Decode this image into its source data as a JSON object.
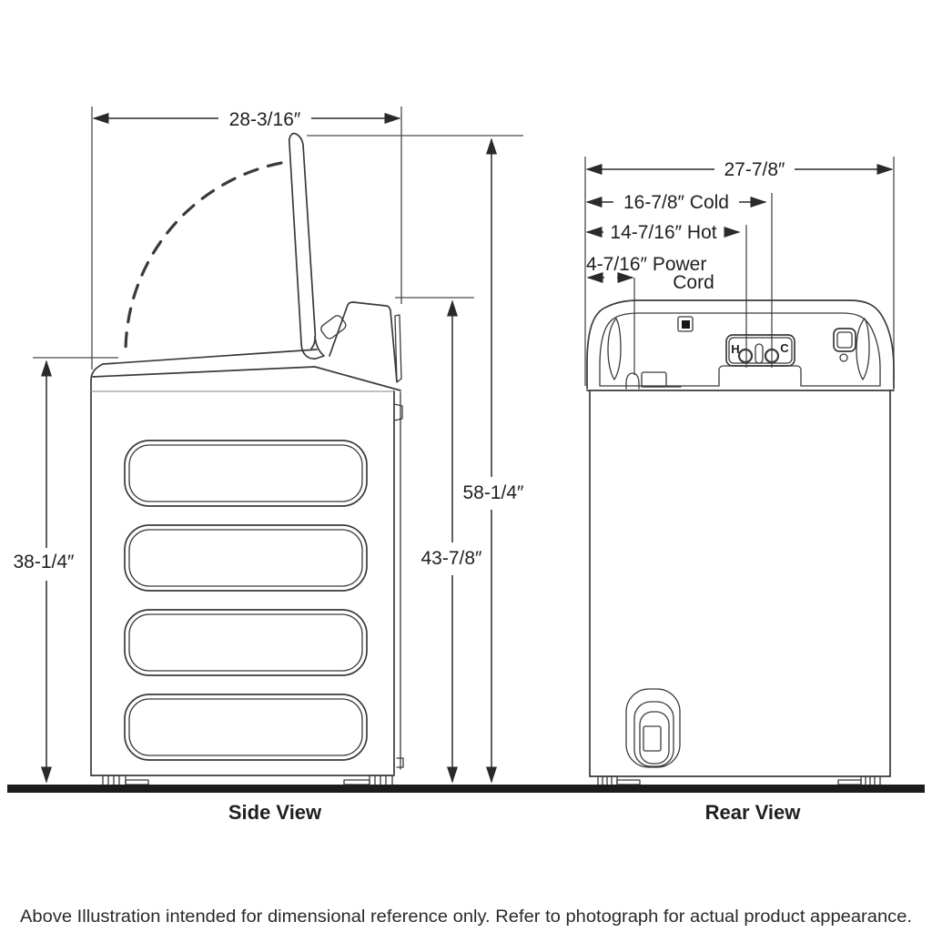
{
  "figure": {
    "side_view": {
      "label": "Side View",
      "dim_width": "28-3/16″",
      "dim_height_lid_open": "58-1/4″",
      "dim_height_control_panel": "43-7/8″",
      "dim_height_top": "38-1/4″"
    },
    "rear_view": {
      "label": "Rear View",
      "dim_width": "27-7/8″",
      "dim_cold": "16-7/8″ Cold",
      "dim_hot": "14-7/16″ Hot",
      "dim_power_line1": "4-7/16″ Power",
      "dim_power_line2": "Cord",
      "hot_inlet_label": "H",
      "cold_inlet_label": "C"
    },
    "footnote": "Above Illustration intended for dimensional reference only. Refer to photograph for actual product appearance."
  },
  "colors": {
    "line": "#3a3a3a",
    "dimension": "#2a2a2a",
    "floor": "#1c1c1c",
    "text": "#1f1f1f",
    "background": "#ffffff"
  }
}
